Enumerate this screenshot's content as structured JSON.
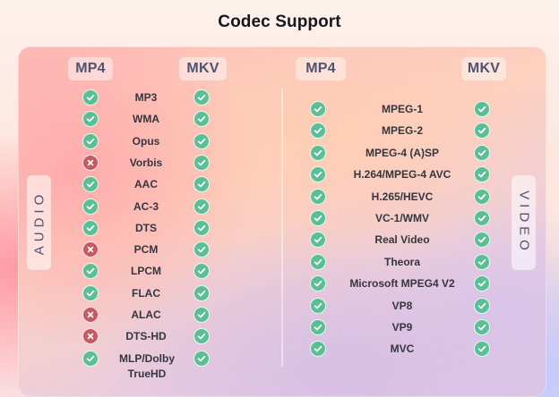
{
  "title": "Codec Support",
  "colors": {
    "supported": "#5bbf95",
    "unsupported": "#c55a62",
    "header_text": "#4b5473",
    "label_text": "#34363f"
  },
  "audio": {
    "side_label": "AUDIO",
    "columns": [
      "MP4",
      "MKV"
    ],
    "rows": [
      {
        "codec": "MP3",
        "mp4": "supported",
        "mkv": "supported"
      },
      {
        "codec": "WMA",
        "mp4": "supported",
        "mkv": "supported"
      },
      {
        "codec": "Opus",
        "mp4": "supported",
        "mkv": "supported"
      },
      {
        "codec": "Vorbis",
        "mp4": "unsupported",
        "mkv": "supported"
      },
      {
        "codec": "AAC",
        "mp4": "supported",
        "mkv": "supported"
      },
      {
        "codec": "AC-3",
        "mp4": "supported",
        "mkv": "supported"
      },
      {
        "codec": "DTS",
        "mp4": "supported",
        "mkv": "supported"
      },
      {
        "codec": "PCM",
        "mp4": "unsupported",
        "mkv": "supported"
      },
      {
        "codec": "LPCM",
        "mp4": "supported",
        "mkv": "supported"
      },
      {
        "codec": "FLAC",
        "mp4": "supported",
        "mkv": "supported"
      },
      {
        "codec": "ALAC",
        "mp4": "unsupported",
        "mkv": "supported"
      },
      {
        "codec": "DTS-HD",
        "mp4": "unsupported",
        "mkv": "supported"
      },
      {
        "codec": "MLP/Dolby TrueHD",
        "mp4": "supported",
        "mkv": "supported"
      }
    ]
  },
  "video": {
    "side_label": "VIDEO",
    "columns": [
      "MP4",
      "MKV"
    ],
    "rows": [
      {
        "codec": "MPEG-1",
        "mp4": "supported",
        "mkv": "supported"
      },
      {
        "codec": "MPEG-2",
        "mp4": "supported",
        "mkv": "supported"
      },
      {
        "codec": "MPEG-4 (A)SP",
        "mp4": "supported",
        "mkv": "supported"
      },
      {
        "codec": "H.264/MPEG-4 AVC",
        "mp4": "supported",
        "mkv": "supported"
      },
      {
        "codec": "H.265/HEVC",
        "mp4": "supported",
        "mkv": "supported"
      },
      {
        "codec": "VC-1/WMV",
        "mp4": "supported",
        "mkv": "supported"
      },
      {
        "codec": "Real Video",
        "mp4": "supported",
        "mkv": "supported"
      },
      {
        "codec": "Theora",
        "mp4": "supported",
        "mkv": "supported"
      },
      {
        "codec": "Microsoft MPEG4 V2",
        "mp4": "supported",
        "mkv": "supported"
      },
      {
        "codec": "VP8",
        "mp4": "supported",
        "mkv": "supported"
      },
      {
        "codec": "VP9",
        "mp4": "supported",
        "mkv": "supported"
      },
      {
        "codec": "MVC",
        "mp4": "supported",
        "mkv": "supported"
      }
    ]
  },
  "icons": {
    "supported": "check-circle-icon",
    "unsupported": "x-circle-icon"
  }
}
